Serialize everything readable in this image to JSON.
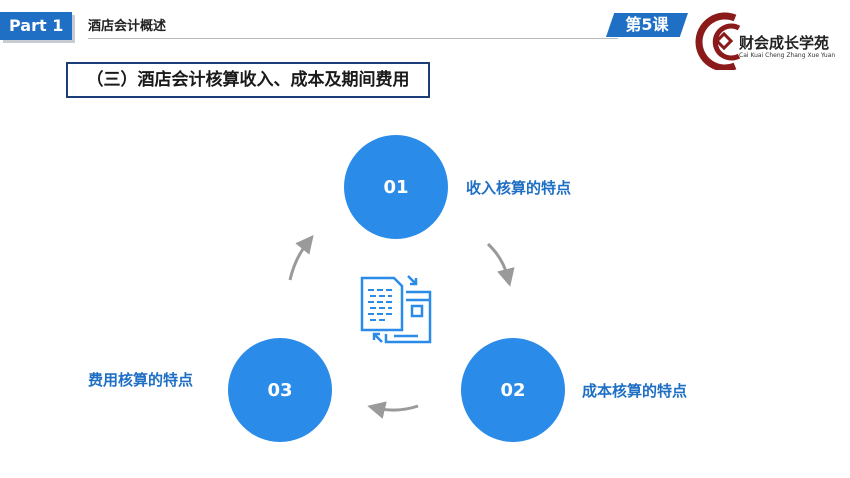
{
  "header": {
    "part_label": "Part 1",
    "section_name": "酒店会计概述",
    "lesson_label": "第5课"
  },
  "logo": {
    "name_cn": "财会成长学苑",
    "name_pinyin": "Cai Kuai Cheng Zhang Xue Yuan",
    "color": "#8b1a1a"
  },
  "slide": {
    "title": "（三）酒店会计核算收入、成本及期间费用",
    "items": [
      {
        "number": "01",
        "label": "收入核算的特点"
      },
      {
        "number": "02",
        "label": "成本核算的特点"
      },
      {
        "number": "03",
        "label": "费用核算的特点"
      }
    ],
    "center_icon": "document-exchange-icon"
  },
  "colors": {
    "accent": "#1f6fc4",
    "circle": "#2b8be8",
    "arrow": "#9a9a9a"
  }
}
